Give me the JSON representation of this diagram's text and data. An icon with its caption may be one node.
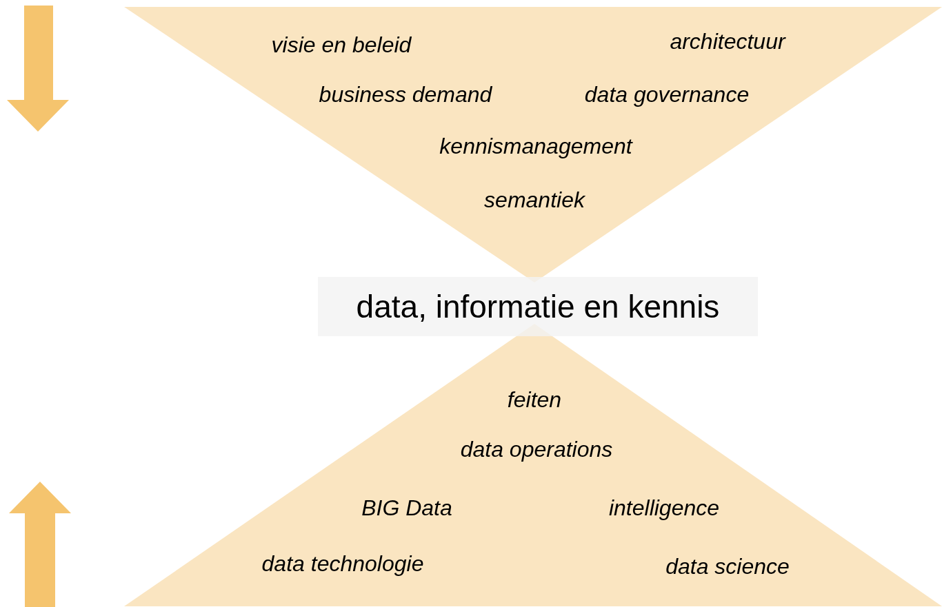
{
  "diagram": {
    "nodes": [
      {
        "text": [
          "visie en beleid",
          "architectuur",
          "business demand",
          "data governance",
          "kennismanagement",
          "semantiek"
        ]
      },
      {
        "text": [
          "data, informatie en kennis"
        ]
      },
      {
        "text": [
          "feiten",
          "data operations",
          "BIG Data",
          "intelligence",
          "data technologie",
          "data science"
        ]
      }
    ]
  }
}
